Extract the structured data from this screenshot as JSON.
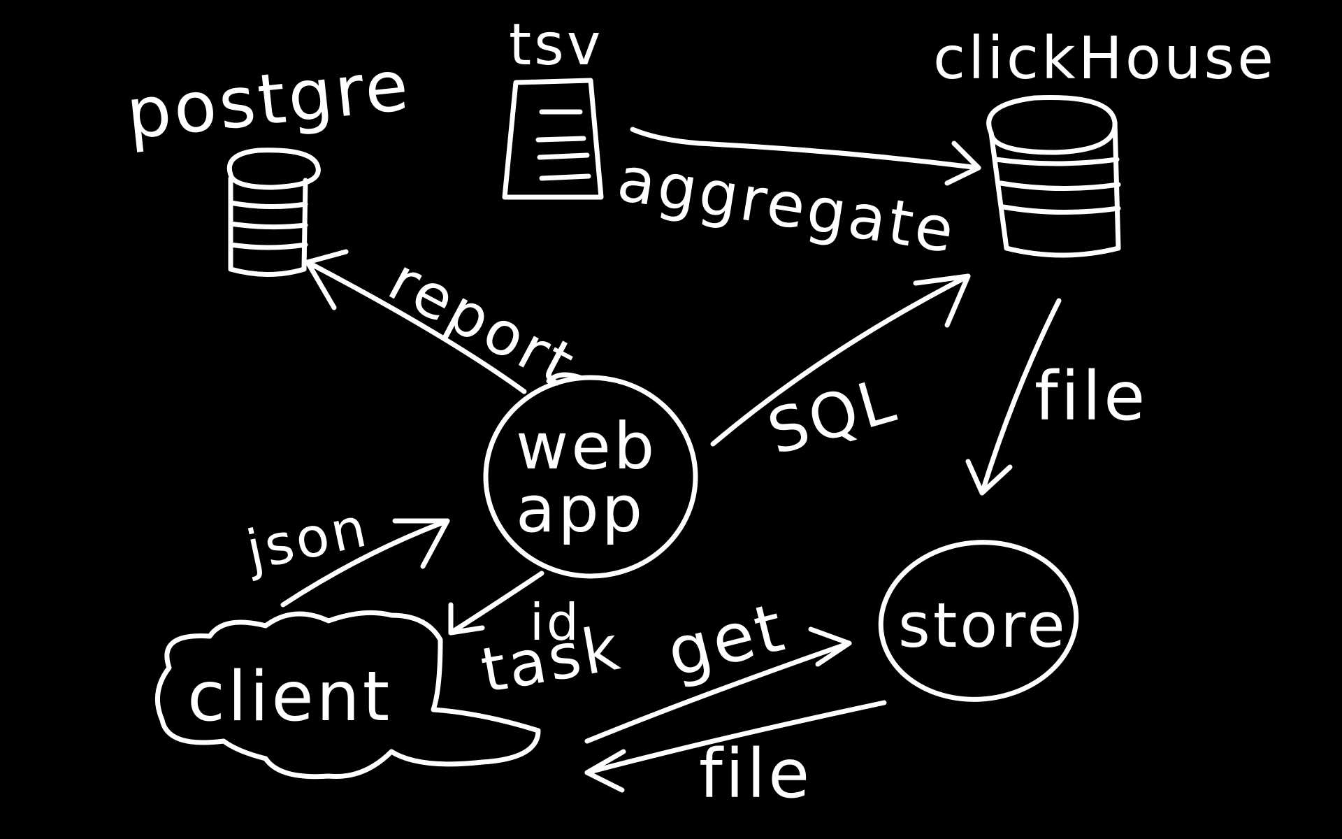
{
  "colors": {
    "background": "#000000",
    "ink": "#ffffff"
  },
  "nodes": {
    "postgre": {
      "label": "postgre",
      "shape": "database"
    },
    "tsv": {
      "label": "tsv",
      "shape": "document"
    },
    "clickhouse": {
      "label": "clickHouse",
      "shape": "database"
    },
    "webapp": {
      "label_line1": "web",
      "label_line2": "app",
      "shape": "circle"
    },
    "store": {
      "label": "store",
      "shape": "circle"
    },
    "client": {
      "label": "client",
      "shape": "cloud"
    }
  },
  "edges": {
    "aggregate": {
      "label": "aggregate",
      "from": "tsv",
      "to": "clickHouse"
    },
    "report": {
      "label": "report",
      "from": "web app",
      "to": "postgre"
    },
    "sql": {
      "label": "SQL",
      "from": "web app",
      "to": "clickHouse"
    },
    "file_down": {
      "label": "file",
      "from": "clickHouse",
      "to": "store"
    },
    "json": {
      "label": "json",
      "from": "client",
      "to": "web app"
    },
    "task_id": {
      "label_line1": "id",
      "label_line2": "task",
      "from": "web app",
      "to": "client"
    },
    "get": {
      "label": "get",
      "from": "client",
      "to": "store"
    },
    "file_back": {
      "label": "file",
      "from": "store",
      "to": "client"
    }
  }
}
